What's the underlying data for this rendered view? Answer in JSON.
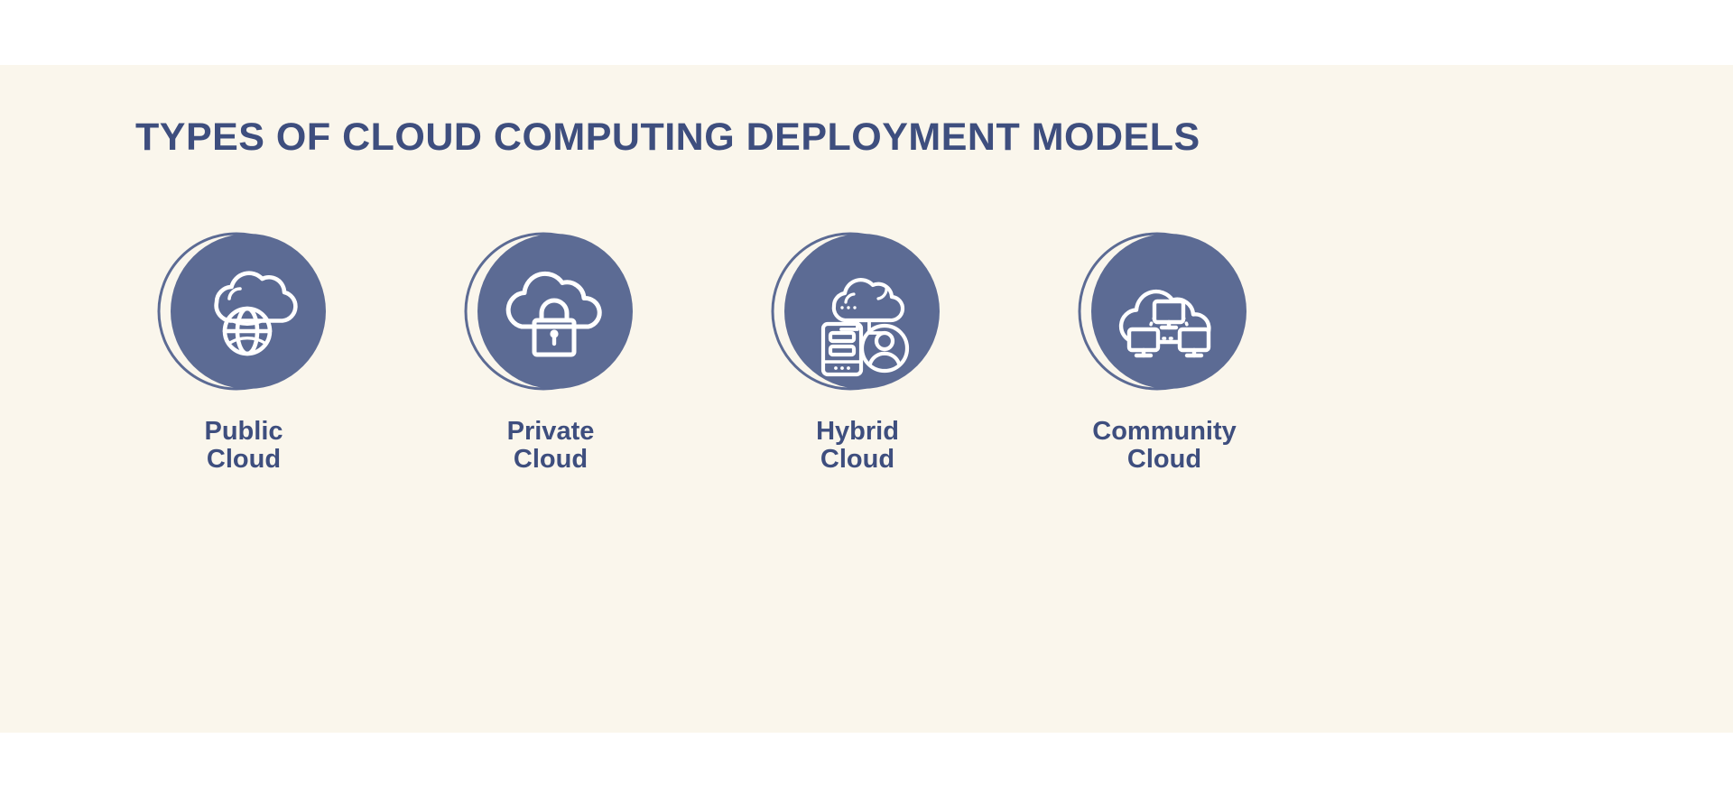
{
  "page": {
    "title": "TYPES OF CLOUD COMPUTING DEPLOYMENT MODELS",
    "background_color": "#faf6ec",
    "outer_color": "#ffffff",
    "title_color": "#3e4e7e",
    "circle_fill": "#5c6b94",
    "circle_ring": "#5c6b94",
    "icon_color": "#ffffff",
    "label_color": "#3e4e7e"
  },
  "models": [
    {
      "label": "Public\nCloud",
      "line1": "Public",
      "line2": "Cloud",
      "icon": "cloud-globe-icon"
    },
    {
      "label": "Private\nCloud",
      "line1": "Private",
      "line2": "Cloud",
      "icon": "cloud-lock-icon"
    },
    {
      "label": "Hybrid\nCloud",
      "line1": "Hybrid",
      "line2": "Cloud",
      "icon": "cloud-server-user-icon"
    },
    {
      "label": "Community\nCloud",
      "line1": "Community",
      "line2": "Cloud",
      "icon": "cloud-network-monitors-icon"
    }
  ]
}
